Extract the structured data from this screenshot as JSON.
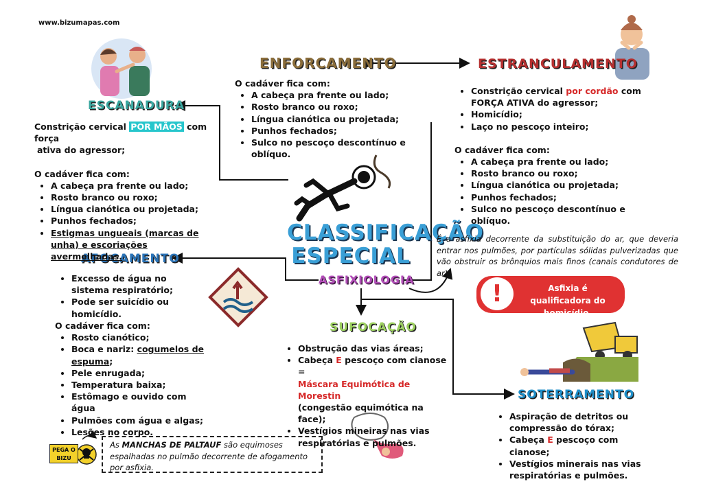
{
  "site": "www.bizumapas.com",
  "center": {
    "title_line1": "CLASSIFICAÇÃO",
    "title_line2": "ESPECIAL",
    "subtitle": "ASFIXIOLOGIA"
  },
  "enforcamento": {
    "title": "ENFORCAMENTO",
    "intro": "O cadáver fica com:",
    "items": [
      "A cabeça pra frente ou lado;",
      "Rosto branco ou roxo;",
      "Língua cianótica ou projetada;",
      "Punhos fechados;",
      "Sulco no pescoço descontínuo e oblíquo."
    ]
  },
  "estrangulamento": {
    "title": "ESTRANCULAMENTO",
    "items": [
      {
        "pre": "Constrição cervical ",
        "red": "por cordão",
        "post": " com FORÇA ATIVA do agressor;"
      },
      {
        "pre": "Homicídio;",
        "red": "",
        "post": ""
      },
      {
        "pre": "Laço no pescoço inteiro;",
        "red": "",
        "post": ""
      }
    ],
    "intro2": "O cadáver fica com:",
    "items2": [
      "A cabeça pra frente ou lado;",
      "Rosto branco ou roxo;",
      "Língua cianótica ou projetada;",
      "Punhos fechados;",
      "Sulco no pescoço descontínuo e oblíquo."
    ]
  },
  "esganadura": {
    "title": "ESCANADURA",
    "line_pre": "Constrição cervical ",
    "line_highlight": "POR MÃOS",
    "line_post": " com força",
    "line2": "ativa do agressor;",
    "intro": "O cadáver fica com:",
    "items": [
      "A cabeça pra frente ou lado;",
      "Rosto branco ou roxo;",
      "Língua cianótica ou projetada;",
      "Punhos fechados;"
    ],
    "last_item": "Estigmas ungueais (marcas de unha) e escoriações avermelhadas."
  },
  "afogamento": {
    "title": "AFOCAMENTO",
    "items": [
      "Excesso de água no sistema respiratório;",
      "Pode ser suicídio ou homicídio."
    ],
    "intro": "O cadáver fica com:",
    "item_rosto": "Rosto cianótico;",
    "item_boca_pre": "Boca e nariz: ",
    "item_boca_ul": "cogumelos de espuma",
    "item_boca_post": ";",
    "items2": [
      "Pele enrugada;",
      "Temperatura baixa;",
      "Estômago e ouvido com água",
      "Pulmões com água e algas;",
      "Lesões no corpo."
    ]
  },
  "sufocacao": {
    "title": "SUFOCAÇÃO",
    "item1": "Obstrução das vias áreas;",
    "item2_pre": "Cabeça ",
    "item2_red": "E",
    "item2_post": " pescoço com cianose =",
    "item2_red2": "Máscara Equimótica de Morestin",
    "item2_tail": "(congestão equimótica na face);",
    "item3": "Vestígios mineiras nas vias respiratórias e pulmões."
  },
  "soterramento": {
    "title": "SOTERRAMENTO",
    "item1": "Aspiração de detritos ou compressão do tórax;",
    "item2_pre": "Cabeça ",
    "item2_red": "E",
    "item2_post": " pescoço com cianose;",
    "item3": "Vestígios minerais nas vias respiratórias e pulmões."
  },
  "description": "É a asfixia decorrente da substituição do ar, que deveria entrar nos pulmões, por partículas sólidas pulverizadas que vão obstruir os brônquios mais finos (canais condutores de ar).",
  "alert": {
    "symbol": "!",
    "text": "Asfixia é qualificadora do homicídio."
  },
  "bizu": {
    "tag_line1": "PEGA O",
    "tag_line2": "BIZU",
    "text_pre": "As ",
    "text_emph": "MANCHAS DE PALTAUF",
    "text_post": " são equimoses espalhadas no pulmão decorrente de afogamento por asfixia."
  },
  "colors": {
    "enforcamento": "#8a6d3b",
    "estrangulamento": "#b53030",
    "esganadura": "#3aa7a0",
    "afogamento": "#2b74b8",
    "sufocacao": "#9ccf5f",
    "soterramento": "#1f8fc9",
    "classificacao": "#3a9fd6",
    "asfixiologia": "#b24db8",
    "alert": "#e03232",
    "highlight": "#27c6cc"
  },
  "icons": [
    "hanging-figure-icon",
    "drowning-warning-icon",
    "skull-icon",
    "pillow-figure-icon",
    "truck-burial-icon",
    "strangled-person-icon",
    "couple-choking-icon",
    "curved-arrow-icon"
  ]
}
